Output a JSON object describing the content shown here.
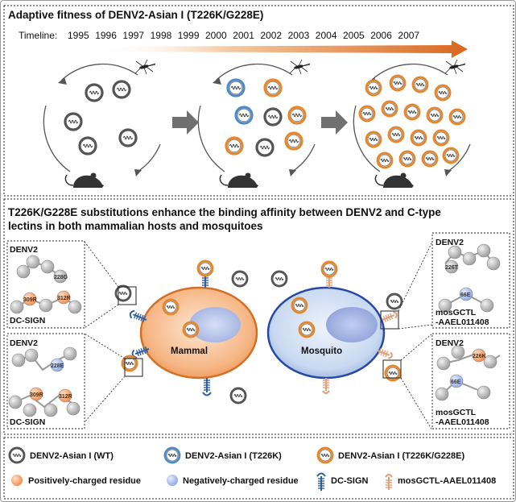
{
  "title": "Adaptive fitness of DENV2-Asian I (T226K/G228E)",
  "timeline": {
    "label": "Timeline:",
    "years": [
      "1995",
      "1996",
      "1997",
      "1998",
      "1999",
      "2000",
      "2001",
      "2002",
      "2003",
      "2004",
      "2005",
      "2006",
      "2007"
    ]
  },
  "section2_heading": [
    "T226K/G228E substitutions enhance the binding affinity between DENV2 and C-type",
    "lectins in both mammalian hosts and mosquitoes"
  ],
  "insets": {
    "top_left": {
      "virus": "DENV2",
      "residue_virus": "228G",
      "residues_host": [
        "309R",
        "312R"
      ],
      "lectin": "DC-SIGN"
    },
    "bottom_left": {
      "virus": "DENV2",
      "residue_virus": "228E",
      "residues_host": [
        "309R",
        "312R"
      ],
      "lectin": "DC-SIGN"
    },
    "top_right": {
      "virus": "DENV2",
      "residue_virus": "226T",
      "residue_host": "66E",
      "lectin_line1": "mosGCTL",
      "lectin_line2": "-AAEL011408"
    },
    "bottom_right": {
      "virus": "DENV2",
      "residue_virus": "226K",
      "residue_host": "66E",
      "lectin_line1": "mosGCTL",
      "lectin_line2": "-AAEL011408"
    }
  },
  "cells": {
    "mammal": "Mammal",
    "mosquito": "Mosquito"
  },
  "legend": {
    "wt": "DENV2-Asian I (WT)",
    "t226k": "DENV2-Asian I (T226K)",
    "double": "DENV2-Asian I (T226K/G228E)",
    "positive": "Positively-charged residue",
    "negative": "Negatively-charged residue",
    "dcsign": "DC-SIGN",
    "mosgctl": "mosGCTL-AAEL011408"
  },
  "colors": {
    "wt": "#555555",
    "t226k": "#4f8bc9",
    "double": "#e8862a",
    "positive": "#f2a56e",
    "negative": "#9db3e6",
    "dcsign": "#2f5fa8",
    "mosgctl": "#e2a27a",
    "mammal_cell": "#f6b17c",
    "mosquito_cell": "#bdd2f0"
  }
}
